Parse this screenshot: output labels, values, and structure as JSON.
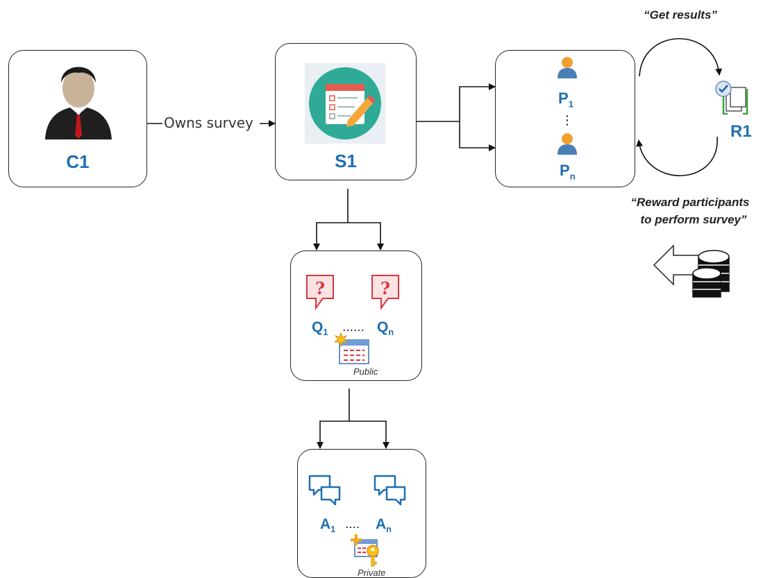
{
  "nodes": {
    "client": {
      "label": "C1",
      "icon": "businessman-icon"
    },
    "survey": {
      "label": "S1",
      "icon": "survey-checklist-icon"
    },
    "participants": {
      "first": "P",
      "first_sub": "1",
      "last": "P",
      "last_sub": "n",
      "ellipsis": "⋮",
      "icon": "person-icon"
    },
    "results": {
      "label": "R1",
      "icon": "verified-documents-icon"
    },
    "questions": {
      "first": "Q",
      "first_sub": "1",
      "dots": "……",
      "last": "Q",
      "last_sub": "n",
      "visibility": "Public",
      "icon": "question-bubble-icon"
    },
    "answers": {
      "first": "A",
      "first_sub": "1",
      "dots": "….",
      "last": "A",
      "last_sub": "n",
      "visibility": "Private",
      "icon": "chat-bubbles-icon"
    }
  },
  "edges": {
    "owns": "Owns survey"
  },
  "annotations": {
    "get_results": "“Get results”",
    "reward_line1": "“Reward participants",
    "reward_line2": "to perform survey”"
  },
  "colors": {
    "label_blue": "#1f6fb2",
    "question_red": "#d9363e",
    "survey_teal": "#2eaa96",
    "person_orange": "#f0a030"
  }
}
